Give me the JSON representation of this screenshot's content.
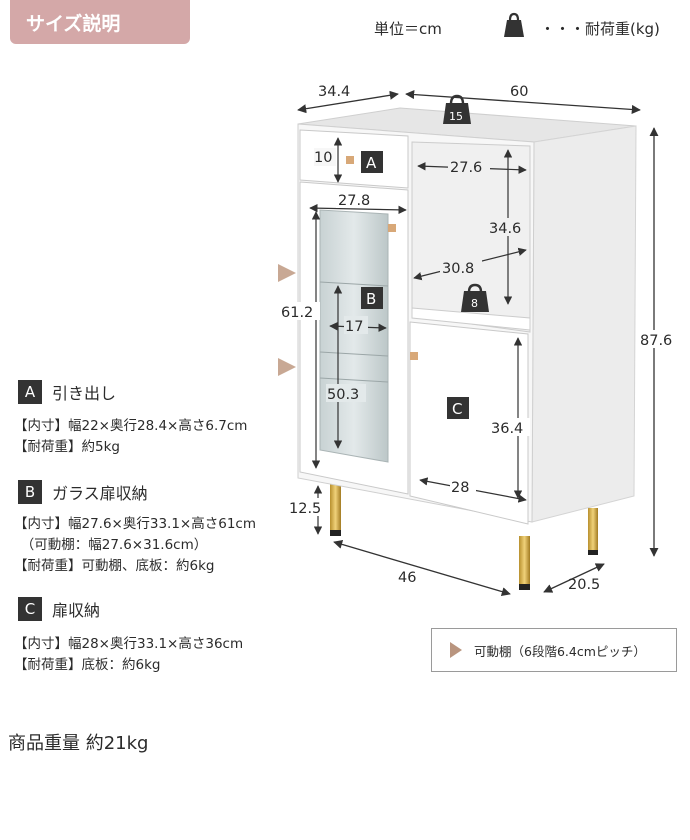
{
  "header": {
    "title": "サイズ説明",
    "unit_label": "単位＝cm",
    "load_legend": "・・・耐荷重(kg)"
  },
  "diagram": {
    "dims": {
      "depth_top": "34.4",
      "width_top": "60",
      "drawer_height": "10",
      "inner_width_right": "27.6",
      "glass_inner_width": "27.8",
      "open_shelf_height": "34.6",
      "open_shelf_depth": "30.8",
      "glass_height": "61.2",
      "shelf_width": "17",
      "glass_lower_height": "50.3",
      "total_height": "87.6",
      "door_c_height": "36.4",
      "door_c_width": "28",
      "leg_height": "12.5",
      "bottom_depth": "46",
      "leg_depth": "20.5"
    },
    "labels": {
      "a": "A",
      "b": "B",
      "c": "C"
    },
    "loads": {
      "top": "15",
      "shelf": "8"
    }
  },
  "sections": [
    {
      "badge": "A",
      "title": "引き出し",
      "lines": [
        "【内寸】幅22×奥行28.4×高さ6.7cm",
        "【耐荷重】約5kg"
      ]
    },
    {
      "badge": "B",
      "title": "ガラス扉収納",
      "lines": [
        "【内寸】幅27.6×奥行33.1×高さ61cm",
        "　（可動棚：幅27.6×31.6cm）",
        "【耐荷重】可動棚、底板：約6kg"
      ]
    },
    {
      "badge": "C",
      "title": "扉収納",
      "lines": [
        "【内寸】幅28×奥行33.1×高さ36cm",
        "【耐荷重】底板：約6kg"
      ]
    }
  ],
  "legend": {
    "text": "可動棚（6段階6.4cmピッチ）"
  },
  "product_weight": "商品重量 約21kg"
}
